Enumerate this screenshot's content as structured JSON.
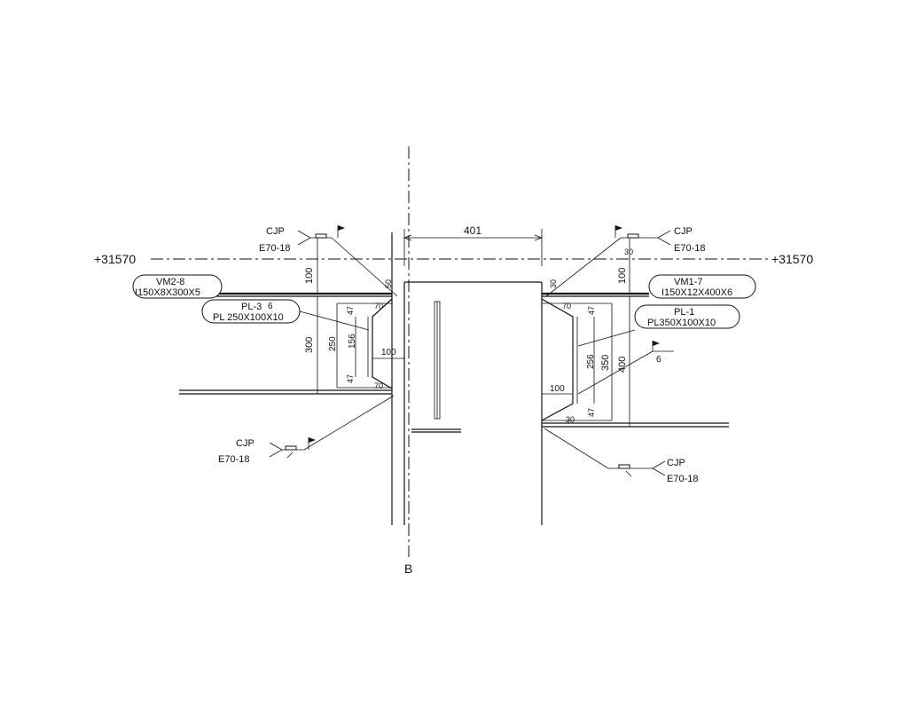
{
  "elevation": {
    "left": "+31570",
    "right": "+31570"
  },
  "grid_label": "B",
  "column_width_dim": "401",
  "left_beam": {
    "tag": "VM2-8",
    "section": "I150X8X300X5",
    "plate_tag": "PL-3",
    "plate_weld": "6",
    "plate_section": "PL 250X100X10",
    "dims": {
      "top_offset": "100",
      "beam_depth": "300",
      "plate_depth": "250",
      "web_depth": "156",
      "flange_a": "47",
      "flange_b": "47",
      "plate_width": "100",
      "weld_top": "50",
      "angle_top": "70",
      "angle_bot": "70"
    },
    "weld_top": {
      "type": "CJP",
      "electrode": "E70-18"
    },
    "weld_bot": {
      "type": "CJP",
      "electrode": "E70-18"
    }
  },
  "right_beam": {
    "tag": "VM1-7",
    "section": "I150X12X400X6",
    "plate_tag": "PL-1",
    "plate_weld": "6",
    "plate_section": "PL350X100X10",
    "dims": {
      "top_offset": "100",
      "beam_depth": "400",
      "plate_depth": "350",
      "web_depth": "256",
      "flange_a": "47",
      "flange_b": "47",
      "plate_width": "100",
      "weld_top": "30",
      "weld_top_b": "30",
      "angle_top": "70",
      "angle_bot": "30"
    },
    "weld_top": {
      "type": "CJP",
      "electrode": "E70-18"
    },
    "weld_bot": {
      "type": "CJP",
      "electrode": "E70-18"
    }
  }
}
